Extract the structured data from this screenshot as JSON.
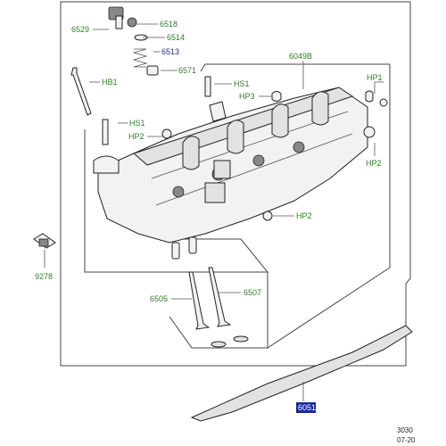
{
  "labels": {
    "p6529": "6529",
    "p6518": "6518",
    "p6514": "6514",
    "p6513": "6513",
    "p6571": "6571",
    "p6049b": "6049B",
    "hb1": "HB1",
    "hs1_top": "HS1",
    "hp3": "HP3",
    "hp1": "HP1",
    "hs1_left": "HS1",
    "hp2_left": "HP2",
    "hp2_right": "HP2",
    "hp2_bottom": "HP2",
    "p9278": "9278",
    "p6505": "6505",
    "p6507": "6507",
    "p6051": "6051"
  },
  "reference": {
    "line1": "3030",
    "line2": "07-20"
  },
  "colors": {
    "label_green": "#2e7d22",
    "label_blue": "#1a2a9c",
    "highlight_box": "#1a2a9c"
  }
}
